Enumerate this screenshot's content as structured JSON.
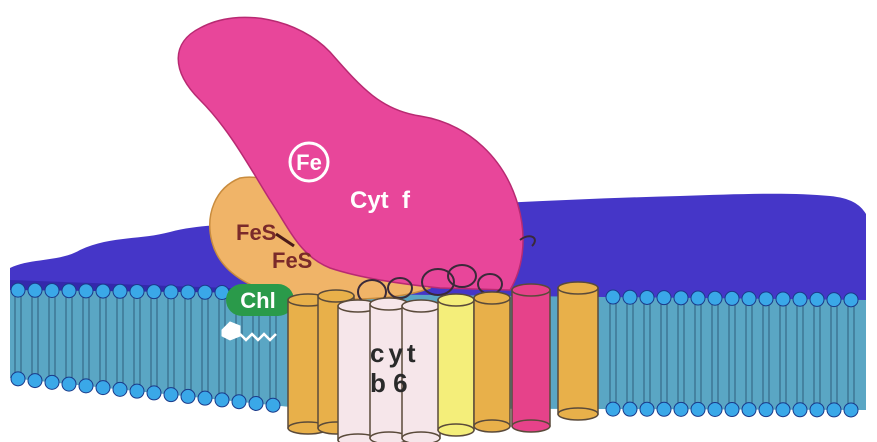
{
  "labels": {
    "fe": "Fe",
    "cyt_f": "Cyt  f",
    "fes_1": "FeS",
    "fes_2": "FeS",
    "chl": "Chl",
    "cyt_b6_line1": "cyt",
    "cyt_b6_line2": "b 6"
  },
  "colors": {
    "membrane_top": "#4536c8",
    "membrane_dark": "#2a1f9a",
    "bilayer_fill": "#5aa6c4",
    "lipid_head": "#3aa8e8",
    "cyt_f": "#e8469a",
    "fes_protein": "#f0b468",
    "chl_badge": "#2a9a4a",
    "cylinder_orange": "#e8b04a",
    "cylinder_yellow": "#f4ee7a",
    "cylinder_white": "#f6e6ea",
    "cylinder_pink": "#e6428a"
  }
}
